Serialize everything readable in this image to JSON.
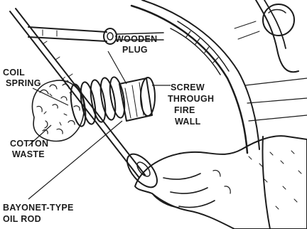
{
  "labels": {
    "coil_spring_1": "COIL",
    "coil_spring_2": "SPRING",
    "wooden_plug_1": "WOODEN",
    "wooden_plug_2": "PLUG",
    "screw_1": "SCREW",
    "screw_2": "THROUGH",
    "screw_3": "FIRE",
    "screw_4": "WALL",
    "cotton_waste_1": "COTTON",
    "cotton_waste_2": "WASTE",
    "oil_rod_1": "BAYONET-TYPE",
    "oil_rod_2": "OIL ROD"
  }
}
